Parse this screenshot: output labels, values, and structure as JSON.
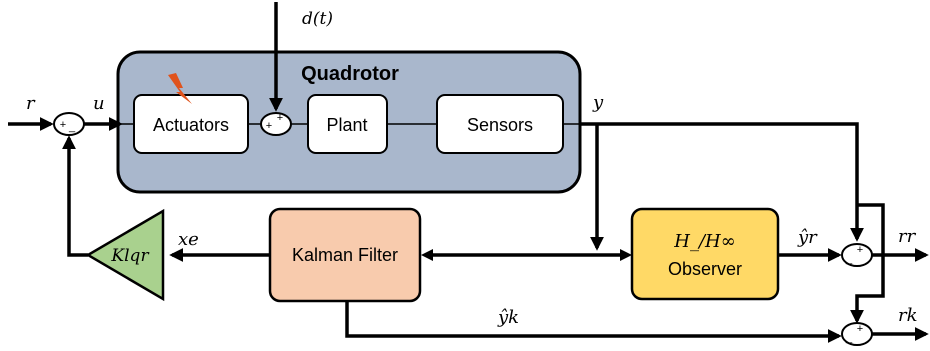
{
  "diagram": {
    "quadrotor_title": "Quadrotor",
    "blocks": {
      "actuators": "Actuators",
      "plant": "Plant",
      "sensors": "Sensors",
      "kalman_filter": "Kalman Filter",
      "observer_line1": "H_/H∞",
      "observer_line2": "Observer",
      "gain": "Klqr"
    },
    "signals": {
      "r": "r",
      "u": "u",
      "y": "y",
      "disturbance": "d(t)",
      "xe": "xe",
      "yr_hat": "ŷr",
      "yk_hat": "ŷk",
      "rr": "rr",
      "rk": "rk"
    },
    "summers": {
      "input_plus": "+",
      "input_minus": "_",
      "plant_plus_left": "+",
      "plant_plus_top": "+",
      "residual_plus": "+",
      "residual_minus": "_"
    },
    "colors": {
      "quadrotor_fill": "#a9b7cc",
      "kalman_fill": "#f8cbad",
      "observer_fill": "#ffd966",
      "gain_fill": "#a9d18e",
      "fault_icon": "#e0531c"
    },
    "icons": {
      "fault": "lightning-icon"
    }
  }
}
